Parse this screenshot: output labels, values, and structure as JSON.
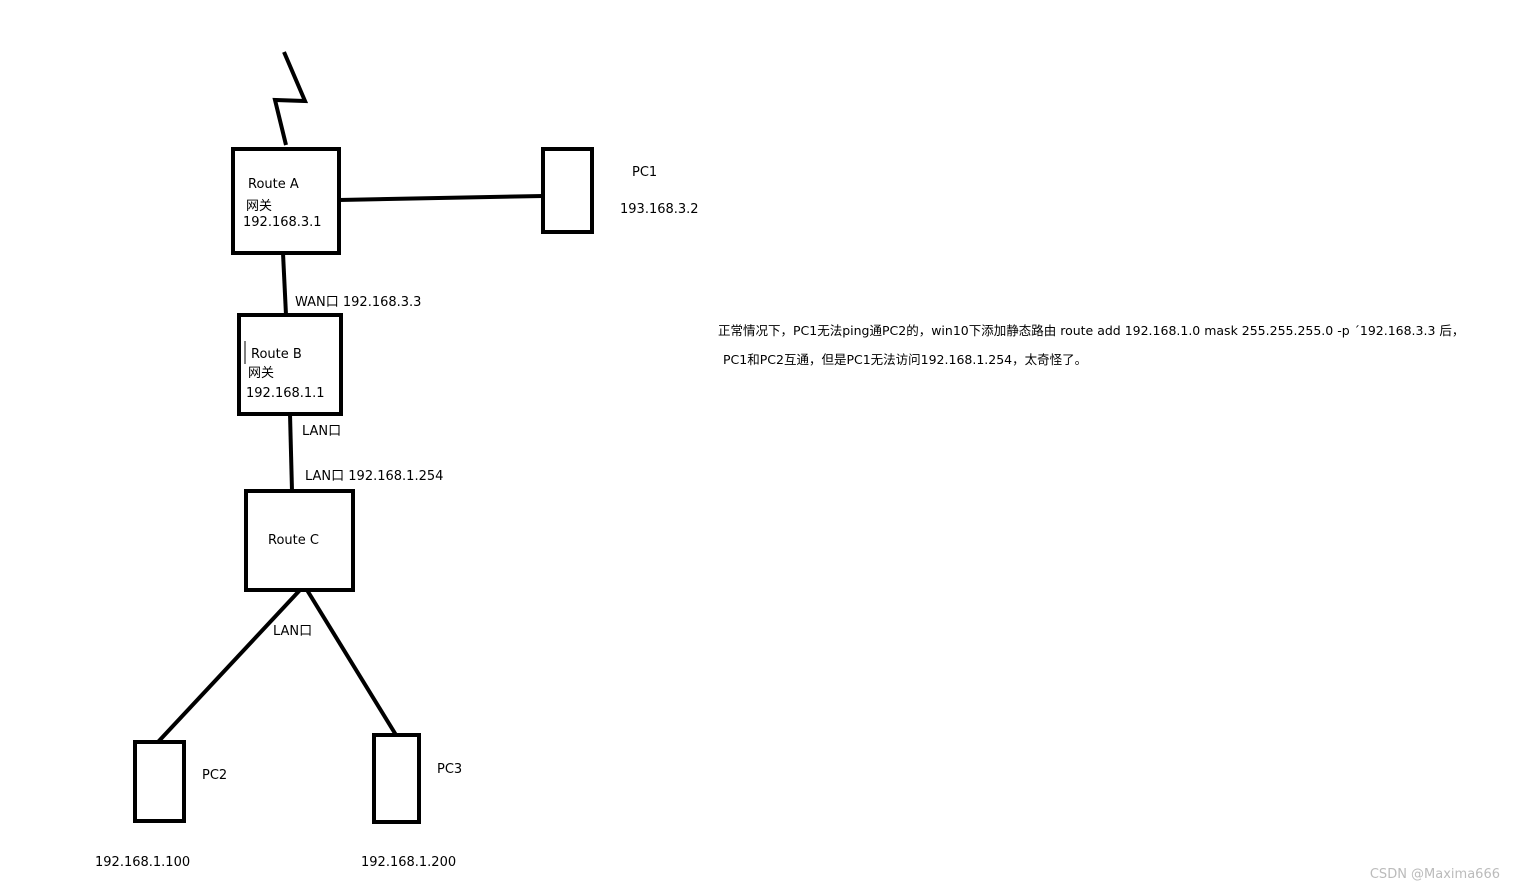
{
  "routers": {
    "a": {
      "name": "Route A",
      "gateway_label": "网关",
      "ip": "192.168.3.1"
    },
    "b": {
      "name": "Route B",
      "gateway_label": "网关",
      "ip": "192.168.1.1"
    },
    "c": {
      "name": "Route C"
    }
  },
  "ports": {
    "b_wan": "WAN口 192.168.3.3",
    "b_lan": "LAN口",
    "c_lan_up": "LAN口 192.168.1.254",
    "c_lan_down": "LAN口"
  },
  "pcs": {
    "pc1": {
      "name": "PC1",
      "ip": "193.168.3.2"
    },
    "pc2": {
      "name": "PC2",
      "ip": "192.168.1.100"
    },
    "pc3": {
      "name": "PC3",
      "ip": "192.168.1.200"
    }
  },
  "note": {
    "line1": "正常情况下，PC1无法ping通PC2的，win10下添加静态路由 route add 192.168.1.0 mask 255.255.255.0  -p ˊ192.168.3.3  后，",
    "line2": "PC1和PC2互通，但是PC1无法访问192.168.1.254，太奇怪了。"
  },
  "watermark": "CSDN @Maxima666"
}
